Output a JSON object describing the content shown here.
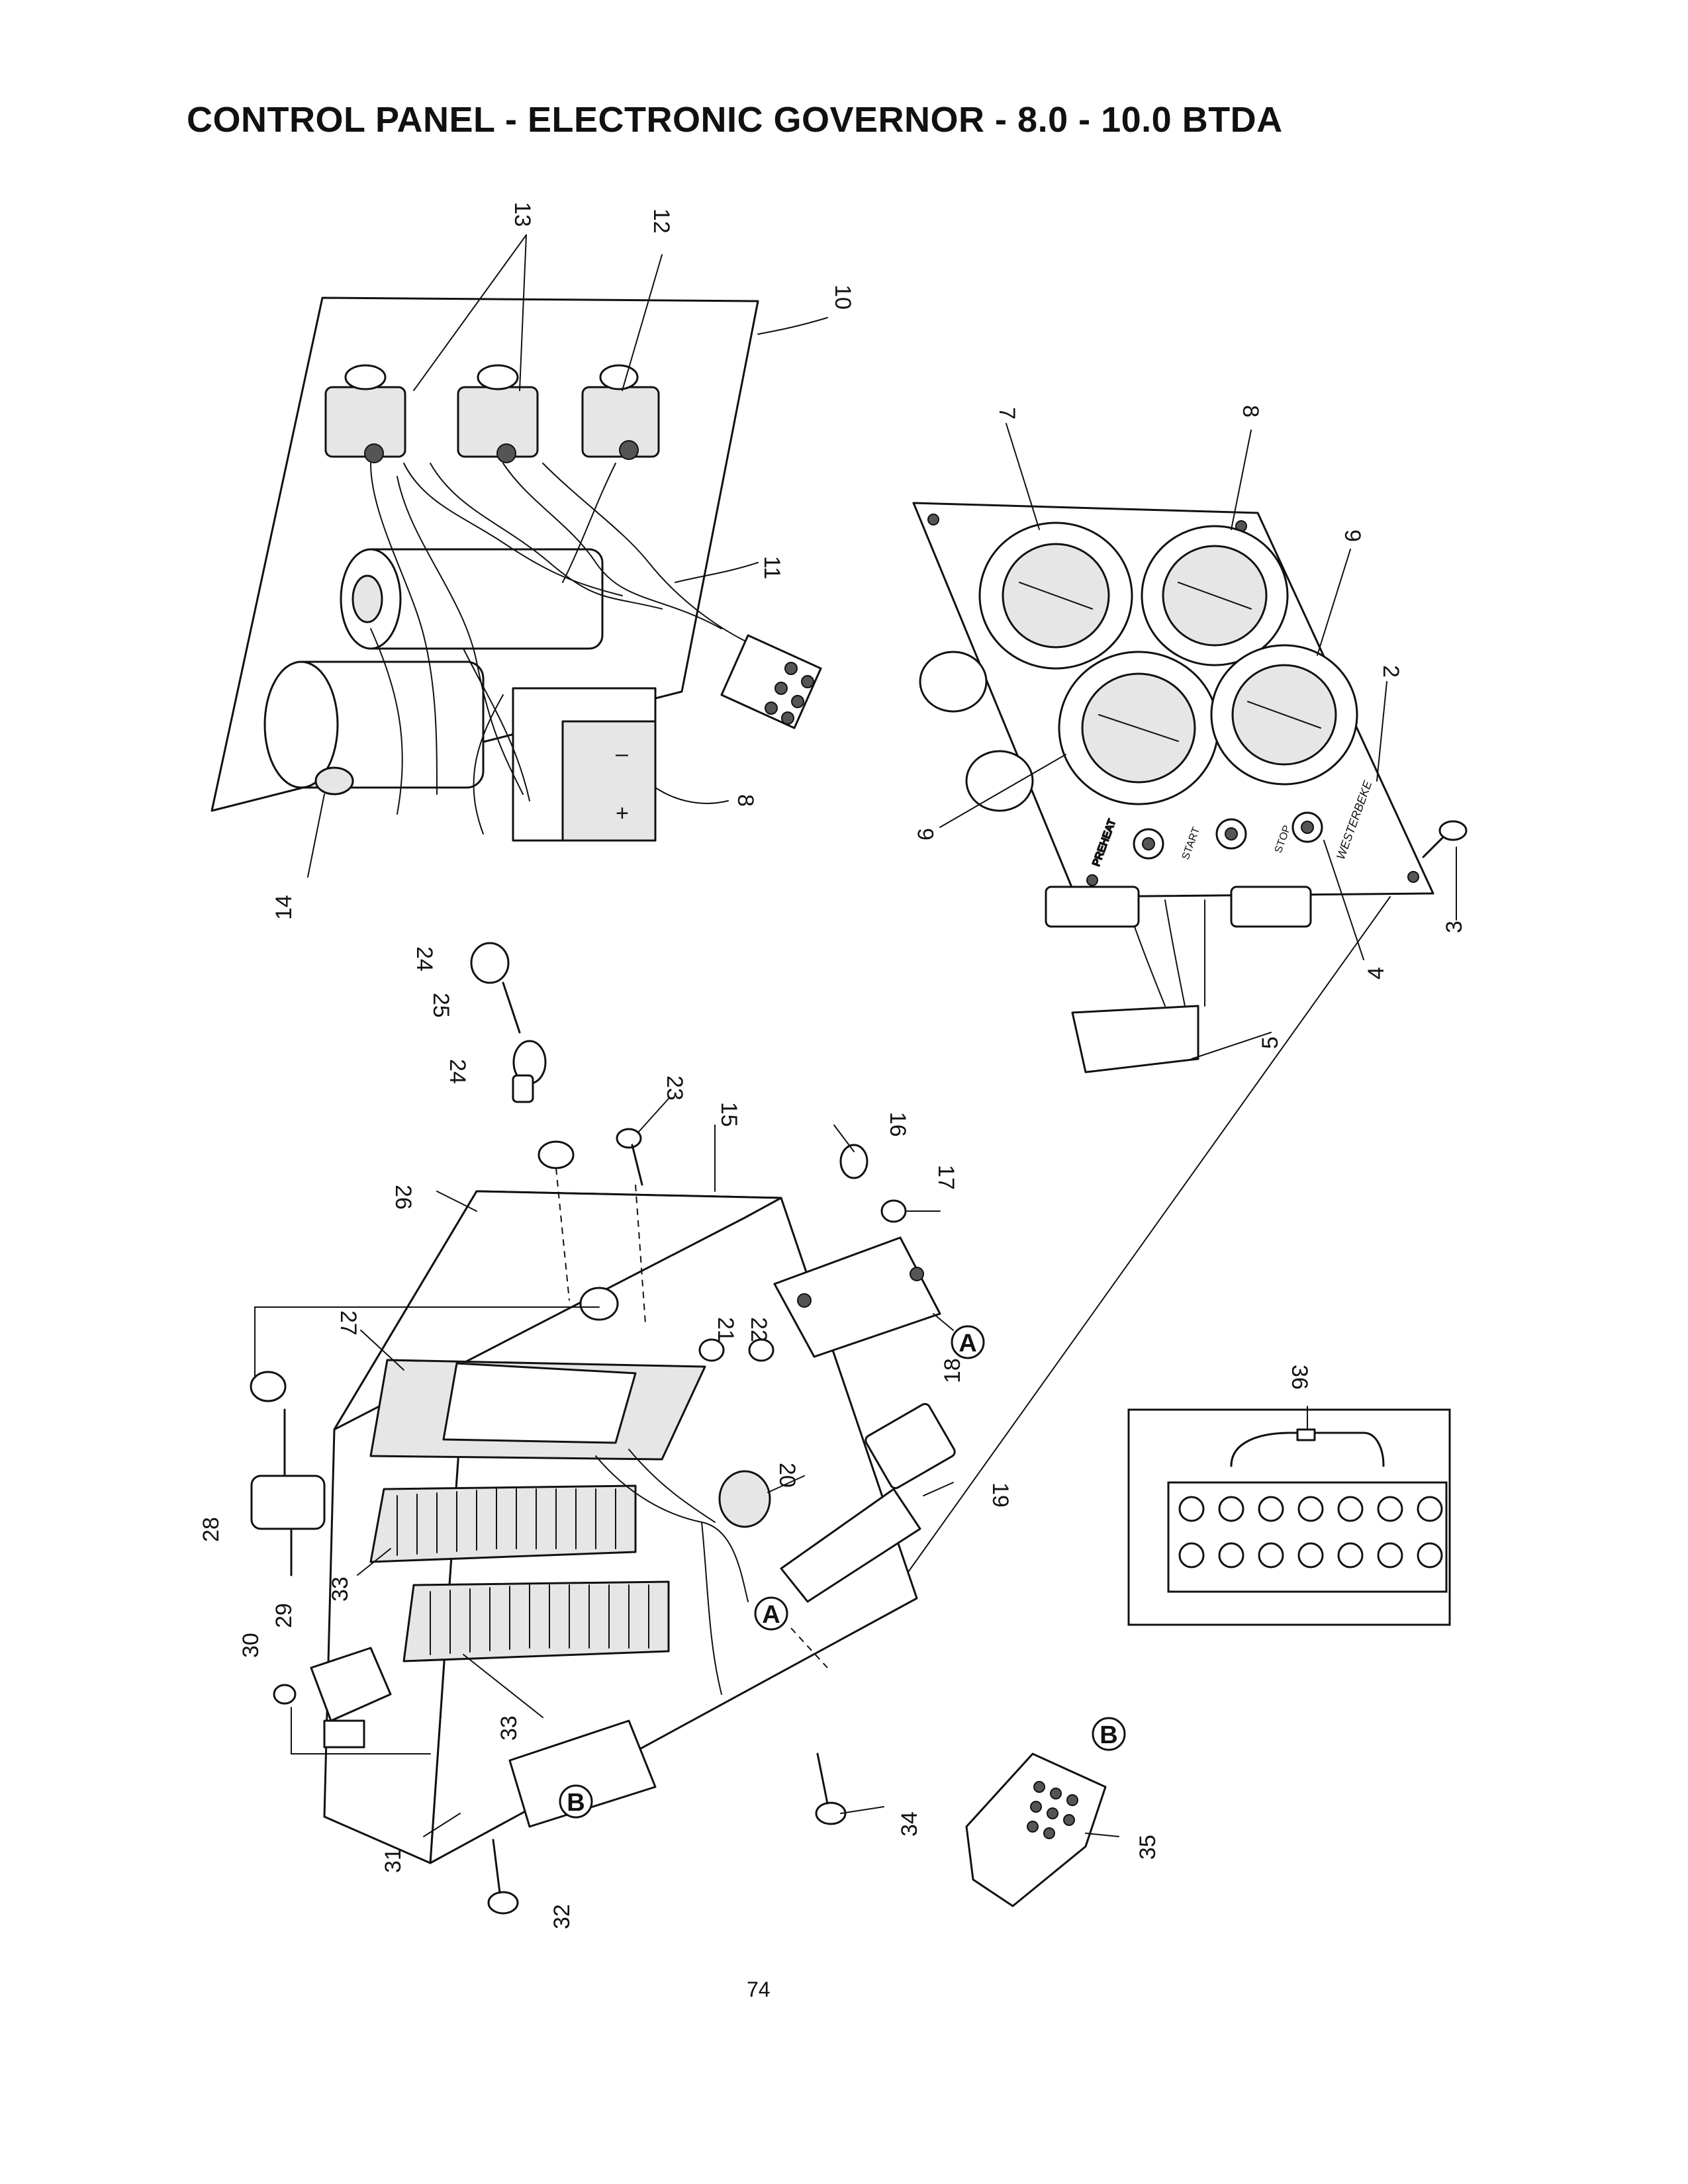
{
  "page": {
    "title": "CONTROL PANEL - ELECTRONIC GOVERNOR - 8.0 - 10.0 BTDA",
    "page_number": "74"
  },
  "callouts": {
    "c2": "2",
    "c3": "3",
    "c4": "4",
    "c5": "5",
    "c6": "6",
    "c7": "7",
    "c8a": "8",
    "c8b": "8",
    "c9": "9",
    "c10": "10",
    "c11": "11",
    "c12": "12",
    "c13": "13",
    "c14": "14",
    "c15": "15",
    "c16": "16",
    "c17": "17",
    "c18": "18",
    "c19": "19",
    "c20": "20",
    "c21": "21",
    "c22": "22",
    "c23": "23",
    "c24a": "24",
    "c24b": "24",
    "c25": "25",
    "c26": "26",
    "c27": "27",
    "c28": "28",
    "c29": "29",
    "c30": "30",
    "c31": "31",
    "c32": "32",
    "c33a": "33",
    "c33b": "33",
    "c34": "34",
    "c35": "35",
    "c36": "36"
  },
  "reference_markers": {
    "a1": "A",
    "a2": "A",
    "b1": "B",
    "b2": "B"
  },
  "gauge_panel_labels": {
    "preheat": "PREHEAT",
    "start": "START",
    "stop": "STOP",
    "brand": "WESTERBEKE"
  }
}
